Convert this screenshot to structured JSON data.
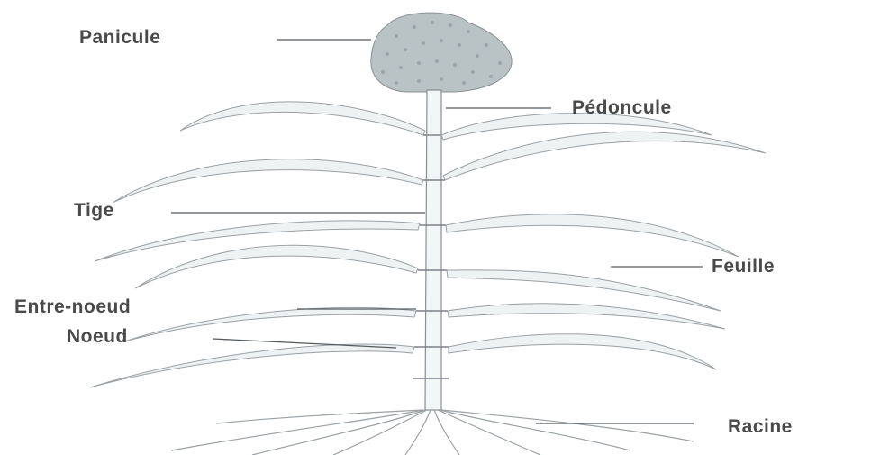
{
  "labels": {
    "panicule": "Panicule",
    "pedoncule": "Pédoncule",
    "tige": "Tige",
    "feuille": "Feuille",
    "entre_noeud": "Entre-noeud",
    "noeud": "Noeud",
    "racine": "Racine"
  },
  "colors": {
    "ink": "#4a4a4a",
    "plant_stroke": "#8a8f93",
    "plant_fill": "#e9eef0",
    "panicle_fill": "#b9c3c6"
  }
}
